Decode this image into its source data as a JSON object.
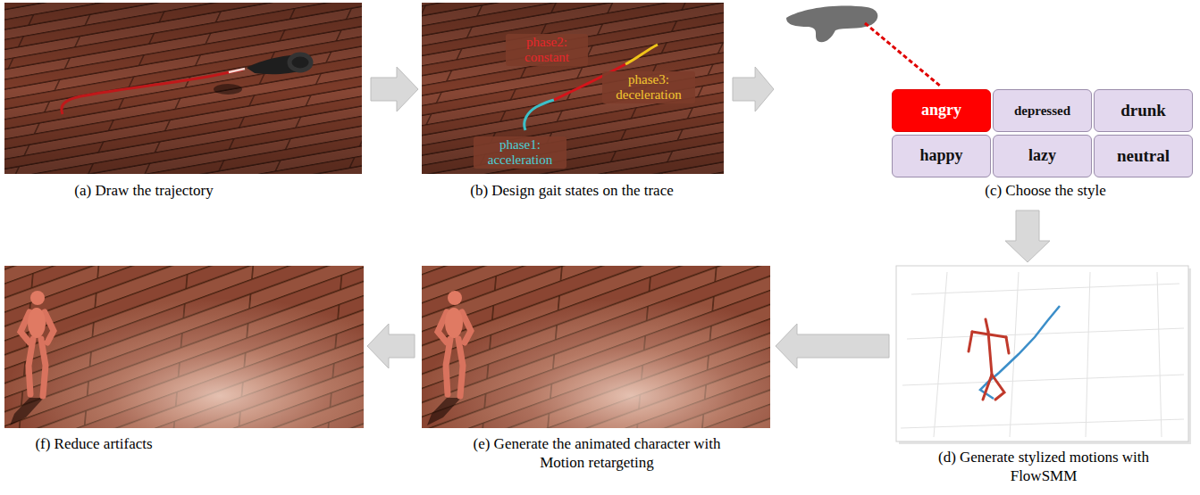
{
  "diagram": {
    "nodes": [
      {
        "text": [
          "(a) Draw the trajectory"
        ]
      },
      {
        "text": [
          "(b) Design gait states on the trace"
        ]
      },
      {
        "text": [
          "(c) Choose the style"
        ]
      },
      {
        "text": [
          "angry"
        ],
        "in": 2
      },
      {
        "text": [
          "depressed"
        ],
        "in": 2
      },
      {
        "text": [
          "drunk"
        ],
        "in": 2
      },
      {
        "text": [
          "happy"
        ],
        "in": 2
      },
      {
        "text": [
          "lazy"
        ],
        "in": 2
      },
      {
        "text": [
          "neutral"
        ],
        "in": 2
      },
      {
        "text": [
          "(d) Generate stylized motions with FlowSMM"
        ]
      },
      {
        "text": [
          "(e) Generate the animated character with Motion retargeting"
        ]
      },
      {
        "text": [
          "(f) Reduce artifacts"
        ]
      }
    ],
    "edges": [
      {
        "from": 0,
        "to": 1,
        "arrow": "to"
      },
      {
        "from": 1,
        "to": 2,
        "arrow": "to"
      },
      {
        "from": 2,
        "to": 9,
        "arrow": "to"
      },
      {
        "from": 9,
        "to": 10,
        "arrow": "to"
      },
      {
        "from": 10,
        "to": 11,
        "arrow": "to"
      }
    ],
    "labels": [
      "phase2: constant",
      "phase3: deceleration",
      "phase1: acceleration"
    ]
  }
}
